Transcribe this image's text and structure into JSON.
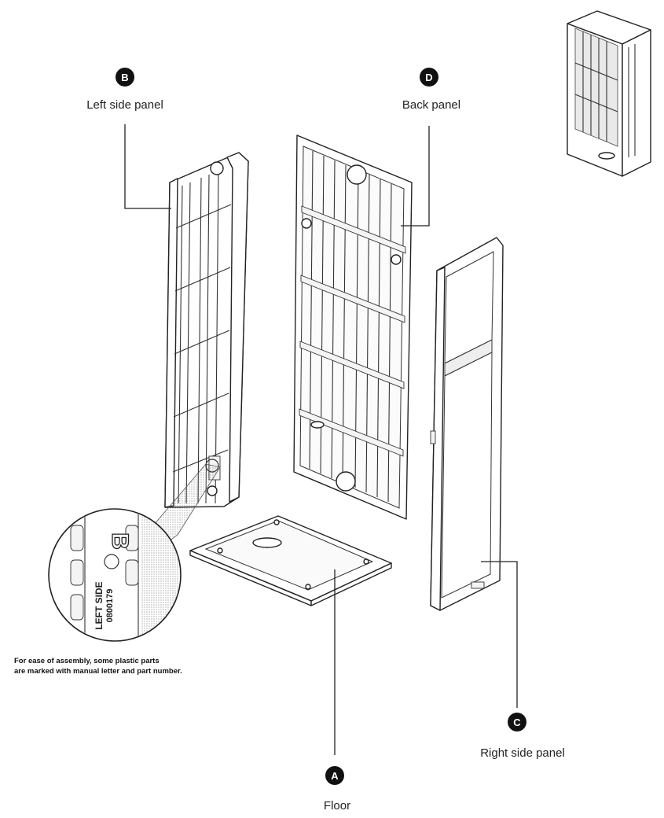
{
  "parts": {
    "a": {
      "letter": "A",
      "label": "Floor"
    },
    "b": {
      "letter": "B",
      "label": "Left side panel"
    },
    "c": {
      "letter": "C",
      "label": "Right side panel"
    },
    "d": {
      "letter": "D",
      "label": "Back panel"
    }
  },
  "detail": {
    "letter": "B",
    "text1": "LEFT SIDE",
    "text2": "0800179"
  },
  "note": {
    "line1": "For ease of assembly, some plastic parts",
    "line2": "are marked with manual letter and part number."
  }
}
